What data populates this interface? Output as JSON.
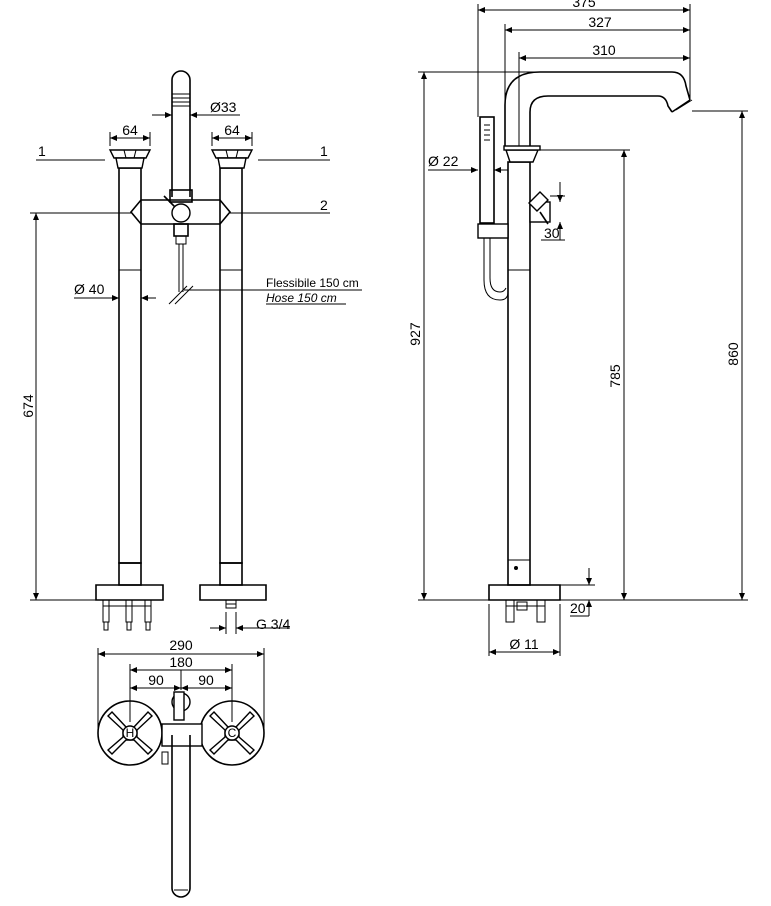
{
  "front_view": {
    "labels": {
      "handle_width_left": "64",
      "handle_width_right": "64",
      "callout_left": "1",
      "callout_right": "1",
      "callout_lever": "2",
      "spout_diameter": "Ø33",
      "column_diameter": "Ø 40",
      "height": "674",
      "hose_it": "Flessibile 150 cm",
      "hose_en": "Hose 150 cm",
      "thread": "G 3/4"
    }
  },
  "side_view": {
    "labels": {
      "reach_total": "375",
      "reach_mid": "327",
      "reach_spout": "310",
      "shower_diameter": "Ø 22",
      "lever_offset": "30",
      "height_total": "927",
      "height_body": "785",
      "height_spout": "860",
      "base_height": "20",
      "base_diameter": "Ø 11"
    }
  },
  "top_view": {
    "labels": {
      "width_total": "290",
      "width_centers": "180",
      "half_left": "90",
      "half_right": "90",
      "hot_mark": "H",
      "cold_mark": "C"
    }
  }
}
